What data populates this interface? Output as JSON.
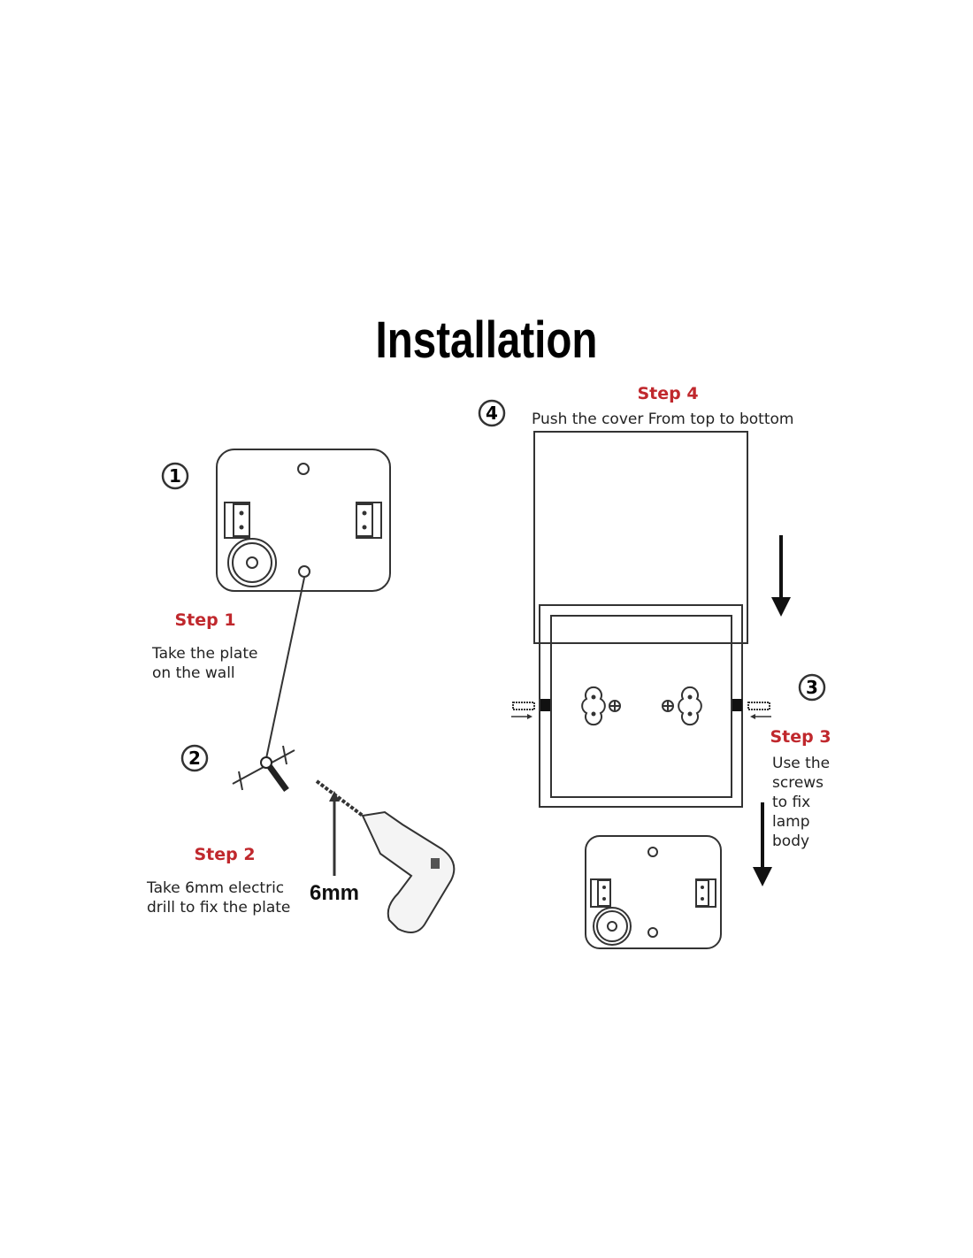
{
  "title": "Installation",
  "steps": [
    {
      "marker": "1",
      "label": "Step 1",
      "lines": [
        "Take the plate",
        "on the wall"
      ]
    },
    {
      "marker": "2",
      "label": "Step 2",
      "lines": [
        "Take 6mm electric",
        "drill to fix the plate"
      ],
      "drill_size": "6mm"
    },
    {
      "marker": "3",
      "label": "Step 3",
      "lines": [
        "Use the",
        "screws",
        "to fix",
        "lamp",
        "body"
      ]
    },
    {
      "marker": "4",
      "label": "Step 4",
      "lines": [
        "Push the cover From top to bottom"
      ]
    }
  ],
  "colors": {
    "step_label": "#c0282d",
    "line": "#333333"
  }
}
